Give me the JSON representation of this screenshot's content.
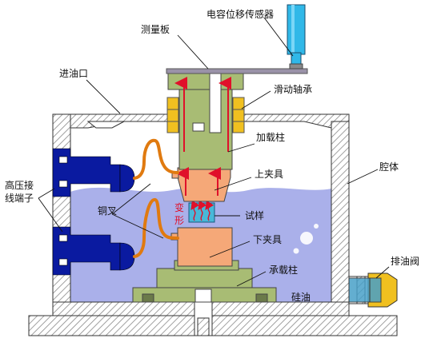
{
  "labels": {
    "sensor": "电容位移传感器",
    "plate": "测量板",
    "inlet": "进油口",
    "bearing": "滑动轴承",
    "load_column": "加载柱",
    "chamber": "腔体",
    "upper_clamp": "上夹具",
    "copper_fork": "铜叉",
    "hv_terminal_line1": "高压接",
    "hv_terminal_line2": "线端子",
    "deform_1": "变",
    "deform_2": "形",
    "sample": "试样",
    "lower_clamp": "下夹具",
    "bearing_column": "承载柱",
    "drain_valve": "排油阀",
    "silicone_oil": "硅油"
  },
  "colors": {
    "oil": "#aab0ea",
    "hatch": "#888888",
    "column_green": "#a8bc74",
    "column_green_dark": "#8c9c5c",
    "bearing_yellow": "#f0c020",
    "clamp_orange": "#f5a878",
    "sample_cyan": "#48b8d8",
    "terminal_blue": "#0a1aa0",
    "wire_orange": "#e07a10",
    "sensor_cyan": "#30b8e8",
    "arrow_red": "#e0102a",
    "plate_gray": "#9a92a8"
  },
  "icons": {
    "sensor": "displacement-sensor-icon",
    "terminal": "high-voltage-terminal-icon",
    "valve": "drain-valve-icon"
  }
}
